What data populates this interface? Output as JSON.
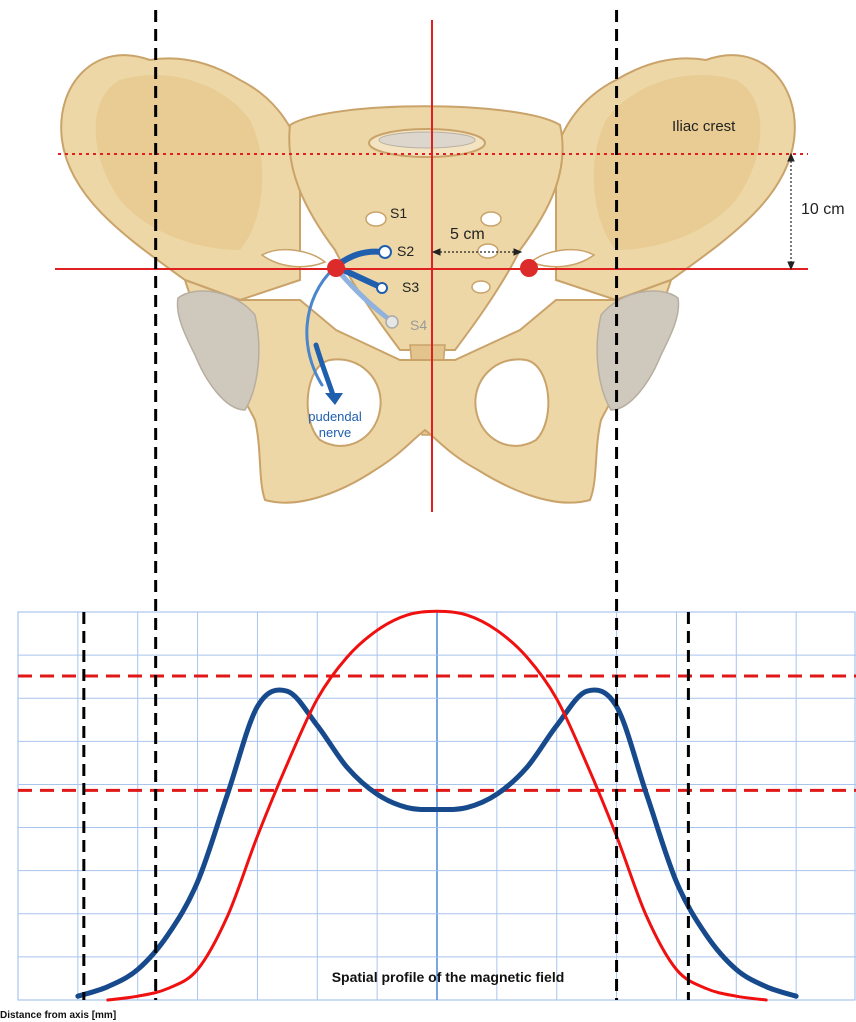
{
  "colors": {
    "bone": "#eed7a6",
    "bone_shadow": "#d9b880",
    "bone_outline": "#c9a36a",
    "cartilage": "#cfc8bd",
    "red_axis": "#e02020",
    "red_dot": "#dd2a2a",
    "nerve_blue": "#1f5fae",
    "grid_blue": "#a9c4ee",
    "navy_curve": "#174a8c",
    "red_curve": "#f01010",
    "black_dash": "#000000"
  },
  "anatomy": {
    "foramen_labels": [
      "S1",
      "S2",
      "S3",
      "S4"
    ],
    "iliac_crest_label": "Iliac crest",
    "distance_5cm_label": "5 cm",
    "distance_10cm_label": "10 cm",
    "nerve_label_line1": "pudendal",
    "nerve_label_line2": "nerve"
  },
  "chart_data": {
    "type": "line",
    "title": "Spatial profile of the magnetic field",
    "xlabel": "Distance from axis [mm]",
    "ylabel": "",
    "x": [
      -6,
      -5.5,
      -5,
      -4.5,
      -4,
      -3.5,
      -3,
      -2.5,
      -2,
      -1.5,
      -1,
      -0.5,
      0,
      0.5,
      1,
      1.5,
      2,
      2.5,
      3,
      3.5,
      4,
      4.5,
      5,
      5.5,
      6
    ],
    "xlim": [
      -7,
      7
    ],
    "ylim": [
      0,
      9
    ],
    "grid": true,
    "series": [
      {
        "color": "#174a8c",
        "values": [
          0.1,
          0.35,
          0.8,
          1.7,
          3.1,
          5.4,
          7.7,
          8.1,
          7.2,
          6.1,
          5.4,
          5.05,
          5.0,
          5.05,
          5.4,
          6.1,
          7.2,
          8.1,
          7.7,
          5.4,
          3.1,
          1.7,
          0.8,
          0.35,
          0.1
        ]
      },
      {
        "color": "#f01010",
        "values": [
          null,
          0.0,
          0.1,
          0.3,
          0.8,
          2.2,
          4.3,
          6.2,
          7.9,
          9.0,
          9.7,
          10.1,
          10.2,
          10.1,
          9.7,
          9.0,
          7.9,
          6.2,
          4.3,
          2.2,
          0.8,
          0.3,
          0.1,
          0.0,
          null
        ]
      }
    ],
    "reference_lines": {
      "horizontal_red_dashed": [
        8.5,
        5.5
      ],
      "vertical_black_dashed": [
        -5.9,
        -4.7,
        3.0,
        4.2
      ]
    }
  }
}
